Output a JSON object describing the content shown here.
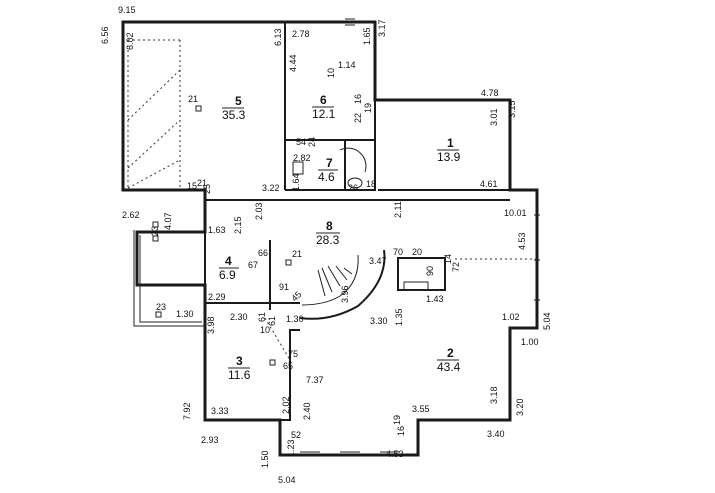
{
  "rooms": [
    {
      "id": "1",
      "area": "13.9"
    },
    {
      "id": "2",
      "area": "43.4"
    },
    {
      "id": "3",
      "area": "11.6"
    },
    {
      "id": "4",
      "area": "6.9"
    },
    {
      "id": "5",
      "area": "35.3"
    },
    {
      "id": "6",
      "area": "12.1"
    },
    {
      "id": "7",
      "area": "4.6"
    },
    {
      "id": "8",
      "area": "28.3"
    }
  ],
  "dimensions": [
    "9.15",
    "6.56",
    "6.02",
    "6.13",
    "2.78",
    "1.65",
    "3.17",
    "4.44",
    "1.14",
    "10",
    "16",
    "19",
    "22",
    "4.78",
    "3.15",
    "3.01",
    "21",
    "54",
    "24",
    "2.82",
    "1.64",
    "26",
    "18",
    "4.61",
    "15",
    "21",
    "25",
    "3.22",
    "2.62",
    "4.07",
    "23",
    "2.03",
    "2.15",
    "2.11",
    "10.01",
    "4.53",
    "1.63",
    "66",
    "21",
    "70",
    "20",
    "3.47",
    "14",
    "90",
    "72",
    "67",
    "91",
    "3.96",
    "1.43",
    "23",
    "1.30",
    "2.29",
    "45",
    "1.35",
    "5.04",
    "3.98",
    "2.30",
    "61",
    "1.30",
    "3.30",
    "1.02",
    "1.00",
    "10",
    "61",
    "75",
    "65",
    "7.37",
    "3.18",
    "3.20",
    "3.33",
    "2.02",
    "2.40",
    "19",
    "3.55",
    "16",
    "7.92",
    "2.93",
    "52",
    "3.40",
    "1.50",
    "1.23",
    "4.53",
    "5.04"
  ]
}
